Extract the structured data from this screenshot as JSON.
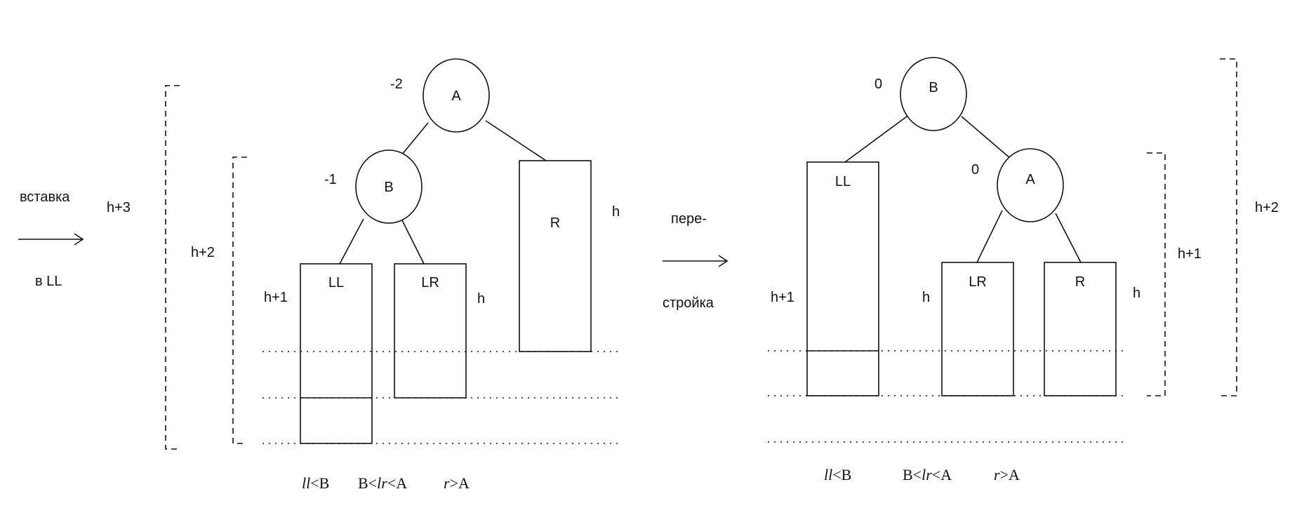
{
  "left": {
    "caption_top": "вставка",
    "caption_bottom": "в LL",
    "outer_height": "h+3",
    "inner_height": "h+2",
    "node_a": {
      "label": "A",
      "balance": "-2"
    },
    "node_b": {
      "label": "B",
      "balance": "-1"
    },
    "subtree_ll": {
      "label": "LL",
      "height": "h+1"
    },
    "subtree_lr": {
      "label": "LR",
      "height": "h"
    },
    "subtree_r": {
      "label": "R",
      "height": "h"
    },
    "conditions": {
      "ll_prefix": "ll",
      "ll_suffix": "<B",
      "lr_prefix": "B<",
      "lr_var": "lr",
      "lr_suffix": "<A",
      "r_var": "r",
      "r_suffix": ">A"
    }
  },
  "middle": {
    "caption_top": "пере-",
    "caption_bottom": "стройка"
  },
  "right": {
    "outer_height": "h+2",
    "inner_height": "h+1",
    "node_b": {
      "label": "B",
      "balance": "0"
    },
    "node_a": {
      "label": "A",
      "balance": "0"
    },
    "subtree_ll": {
      "label": "LL",
      "height": "h+1"
    },
    "subtree_lr": {
      "label": "LR",
      "height": "h"
    },
    "subtree_r": {
      "label": "R",
      "height": "h"
    },
    "conditions": {
      "ll_prefix": "ll",
      "ll_suffix": "<B",
      "lr_prefix": "B<",
      "lr_var": "lr",
      "lr_suffix": "<A",
      "r_var": "r",
      "r_suffix": ">A"
    }
  }
}
